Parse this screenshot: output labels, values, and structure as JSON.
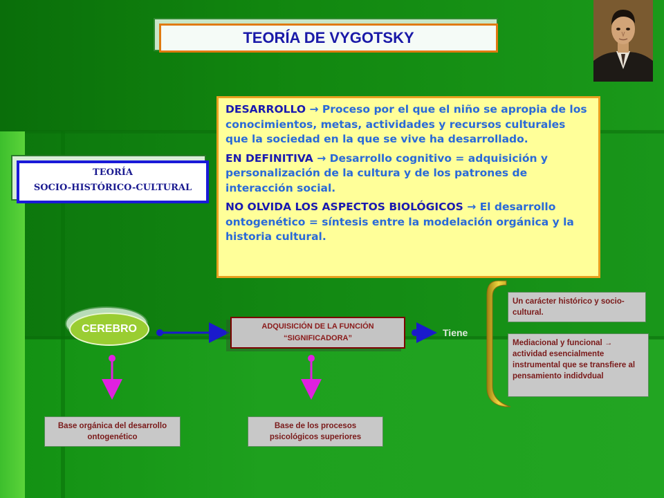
{
  "title": "TEORÍA DE VYGOTSKY",
  "theory": {
    "line1": "TEORÍA",
    "line2": "SOCIO-HISTÓRICO-CULTURAL"
  },
  "definition": {
    "p1_key": "DESARROLLO",
    "p1_arrow": " → ",
    "p1_text": "Proceso por el que el niño se apropia de los conocimientos, metas, actividades y recursos culturales que la sociedad en la que se vive ha desarrollado.",
    "p2_key": "EN DEFINITIVA",
    "p2_arrow": " → ",
    "p2_text": "Desarrollo cognitivo = adquisición y personalización de la cultura y de los patrones de interacción social.",
    "p3_key": "NO OLVIDA LOS ASPECTOS BIOLÓGICOS",
    "p3_arrow": " → ",
    "p3_text": "El desarrollo ontogenético = síntesis entre la modelación orgánica y la historia cultural."
  },
  "cerebro": "CEREBRO",
  "function": {
    "line1": "ADQUISICIÓN DE LA FUNCIÓN",
    "line2": "“SIGNIFICADORA”"
  },
  "tiene": "Tiene",
  "characteristics": [
    "Un carácter histórico y socio-cultural.",
    "Mediacional y funcional → actividad esencialmente instrumental que se transfiere al pensamiento indidvdual"
  ],
  "bases": [
    "Base orgánica del desarrollo ontogenético",
    "Base de los procesos psicológicos superiores"
  ],
  "colors": {
    "title_border": "#e07a10",
    "theory_border": "#1a1ad8",
    "def_bg": "#ffff99",
    "cerebro": "#9acd32",
    "arrow_blue": "#1a1acc",
    "arrow_magenta": "#e020e0",
    "bracket": "#d8b820"
  },
  "icons": [
    "portrait-photo",
    "arrow-right-icon",
    "arrow-down-icon",
    "bracket-icon"
  ]
}
